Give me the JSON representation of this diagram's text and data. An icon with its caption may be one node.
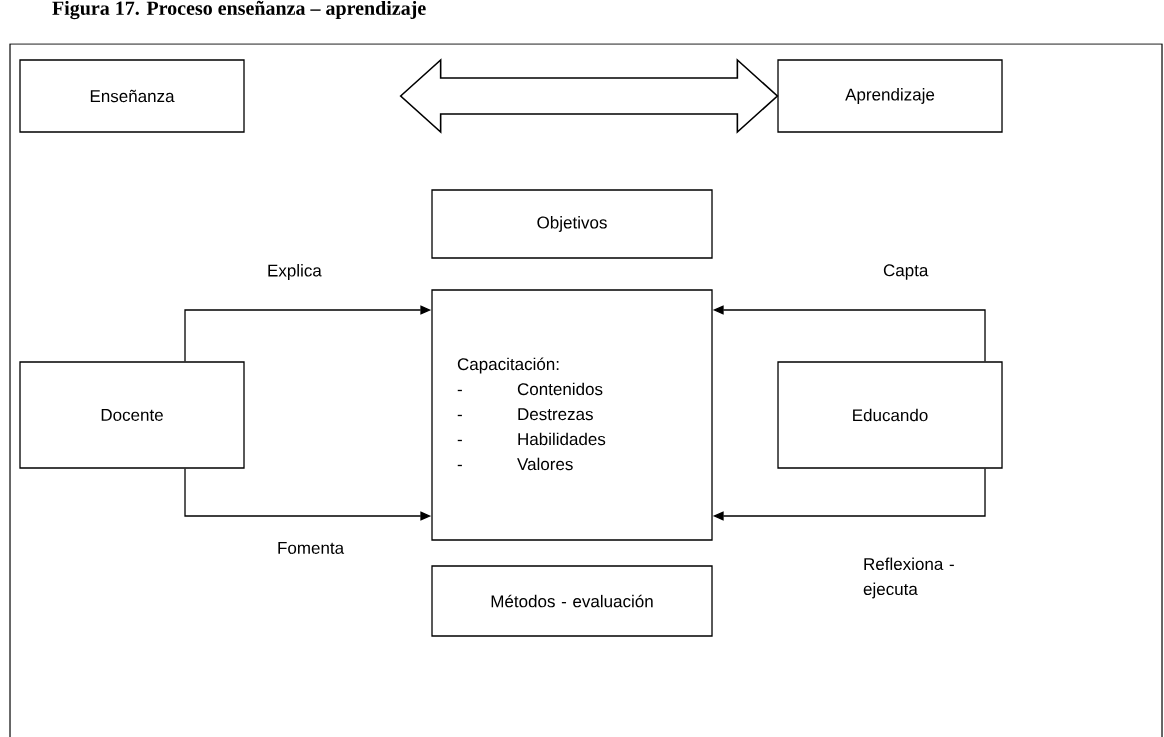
{
  "diagram": {
    "title": "Figura 17. Proceso enseñanza – aprendizaje",
    "nodes": [
      {
        "text": [
          "Enseñanza"
        ]
      },
      {
        "text": [
          "Aprendizaje"
        ]
      },
      {
        "text": [
          "Objetivos"
        ]
      },
      {
        "text": [
          "Capacitación:",
          "-",
          "Contenidos",
          "-",
          "Destrezas",
          "-",
          "Habilidades",
          "-",
          "Valores"
        ]
      },
      {
        "text": [
          "Docente"
        ]
      },
      {
        "text": [
          "Educando"
        ]
      },
      {
        "text": [
          "Métodos - evaluación"
        ]
      }
    ],
    "edges": [
      {
        "from": 0,
        "to": 1,
        "arrow": "both"
      },
      {
        "from": 4,
        "to": 3,
        "arrow": "to",
        "label": "Explica"
      },
      {
        "from": 4,
        "to": 3,
        "arrow": "to",
        "label": "Fomenta"
      },
      {
        "from": 5,
        "to": 3,
        "arrow": "to",
        "label": "Capta"
      },
      {
        "from": 5,
        "to": 3,
        "arrow": "to",
        "label": "Reflexiona - ejecuta"
      }
    ]
  }
}
